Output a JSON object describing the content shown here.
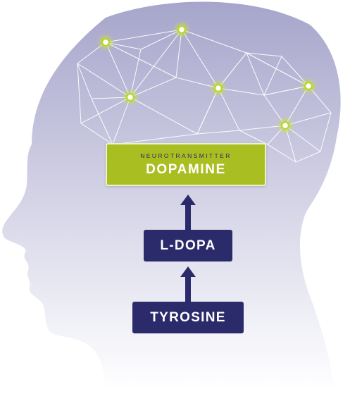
{
  "diagram": {
    "top_node": {
      "caption": "NEUROTRANSMITTER",
      "title": "DOPAMINE"
    },
    "middle_node": {
      "title": "L-DOPA"
    },
    "bottom_node": {
      "title": "TYROSINE"
    },
    "flow": [
      "TYROSINE",
      "L-DOPA",
      "DOPAMINE"
    ]
  },
  "colors": {
    "head_gradient_top": "#a7a6cc",
    "head_gradient_bottom": "#ffffff",
    "network_lines": "#ffffff",
    "node_glow": "#c8e03a",
    "dopamine_box": "#a9bf21",
    "precursor_box": "#2b2a6b",
    "arrow": "#2b2a6b"
  },
  "icons": {
    "head": "human-head-profile-silhouette",
    "network": "neural-network-mesh",
    "arrow": "arrow-up-icon"
  }
}
